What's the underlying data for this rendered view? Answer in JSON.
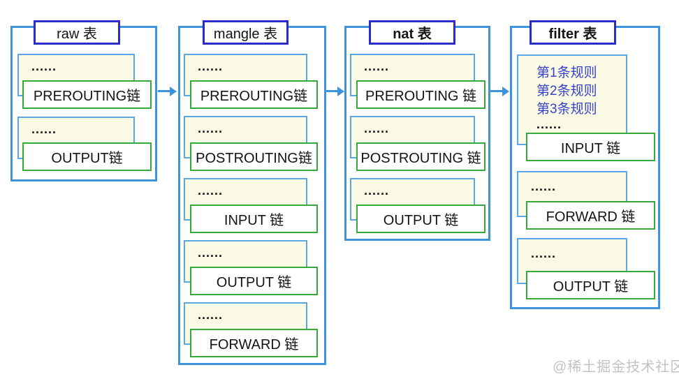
{
  "tables": [
    {
      "title": "raw 表",
      "chains": [
        {
          "dots": "......",
          "label": "PREROUTING链"
        },
        {
          "dots": "......",
          "label": "OUTPUT链"
        }
      ]
    },
    {
      "title": "mangle 表",
      "chains": [
        {
          "dots": "......",
          "label": "PREROUTING链"
        },
        {
          "dots": "......",
          "label": "POSTROUTING链"
        },
        {
          "dots": "......",
          "label": "INPUT 链"
        },
        {
          "dots": "......",
          "label": "OUTPUT 链"
        },
        {
          "dots": "......",
          "label": "FORWARD 链"
        }
      ]
    },
    {
      "title": "nat 表",
      "chains": [
        {
          "dots": "......",
          "label": "PREROUTING 链"
        },
        {
          "dots": "......",
          "label": "POSTROUTING 链"
        },
        {
          "dots": "......",
          "label": "OUTPUT 链"
        }
      ]
    },
    {
      "title": "filter 表",
      "rules": [
        "第1条规则",
        "第2条规则",
        "第3条规则"
      ],
      "rules_dots": "......",
      "chains": [
        {
          "label": "INPUT 链"
        },
        {
          "dots": "......",
          "label": "FORWARD 链"
        },
        {
          "dots": "......",
          "label": "OUTPUT 链"
        }
      ]
    }
  ],
  "watermark": "@稀土掘金技术社区",
  "colors": {
    "container_border": "#3E93DE",
    "note_border": "#5AA7E6",
    "note_fill": "#FBFBE6",
    "title_border": "#2C2CCB",
    "chain_border": "#36A93B",
    "rules_text": "#3742C8",
    "arrow": "#3E93DE",
    "watermark_text": "#C2C2C2"
  }
}
